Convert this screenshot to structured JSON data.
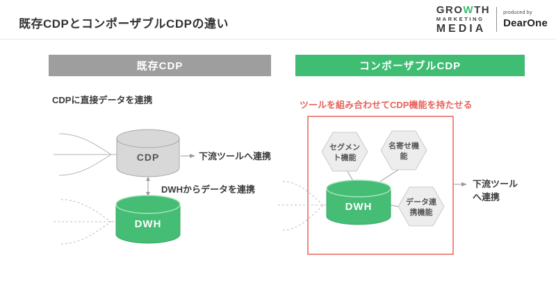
{
  "header": {
    "title": "既存CDPとコンポーザブルCDPの違い",
    "logo": {
      "growth_pre": "GRO",
      "growth_w": "W",
      "growth_post": "TH",
      "marketing": "MARKETING",
      "media": "MEDIA",
      "produced_by": "produced by",
      "brand": "DearOne"
    }
  },
  "left_panel": {
    "header": "既存CDP",
    "subtitle": "CDPに直接データを連携",
    "cdp_cylinder_label": "CDP",
    "downstream_label": "下流ツールへ連携",
    "dwh_arrow_label": "DWHからデータを連携",
    "dwh_cylinder_label": "DWH"
  },
  "right_panel": {
    "header": "コンポーザブルCDP",
    "subtitle": "ツールを組み合わせてCDP機能を持たせる",
    "hexagons": {
      "segment": {
        "line1": "セグメン",
        "line2": "ト機能"
      },
      "nayose": {
        "line1": "名寄せ機",
        "line2": "能"
      },
      "dataren": {
        "line1": "データ連",
        "line2": "携機能"
      }
    },
    "dwh_cylinder_label": "DWH",
    "downstream": {
      "line1": "下流ツール",
      "line2": "へ連携"
    }
  },
  "colors": {
    "green": "#3ebd73",
    "gray_bar": "#9e9e9e",
    "red_accent": "#e8625b",
    "gray_cylinder_fill": "#d8d8d8",
    "hexagon_fill": "#ededed"
  }
}
